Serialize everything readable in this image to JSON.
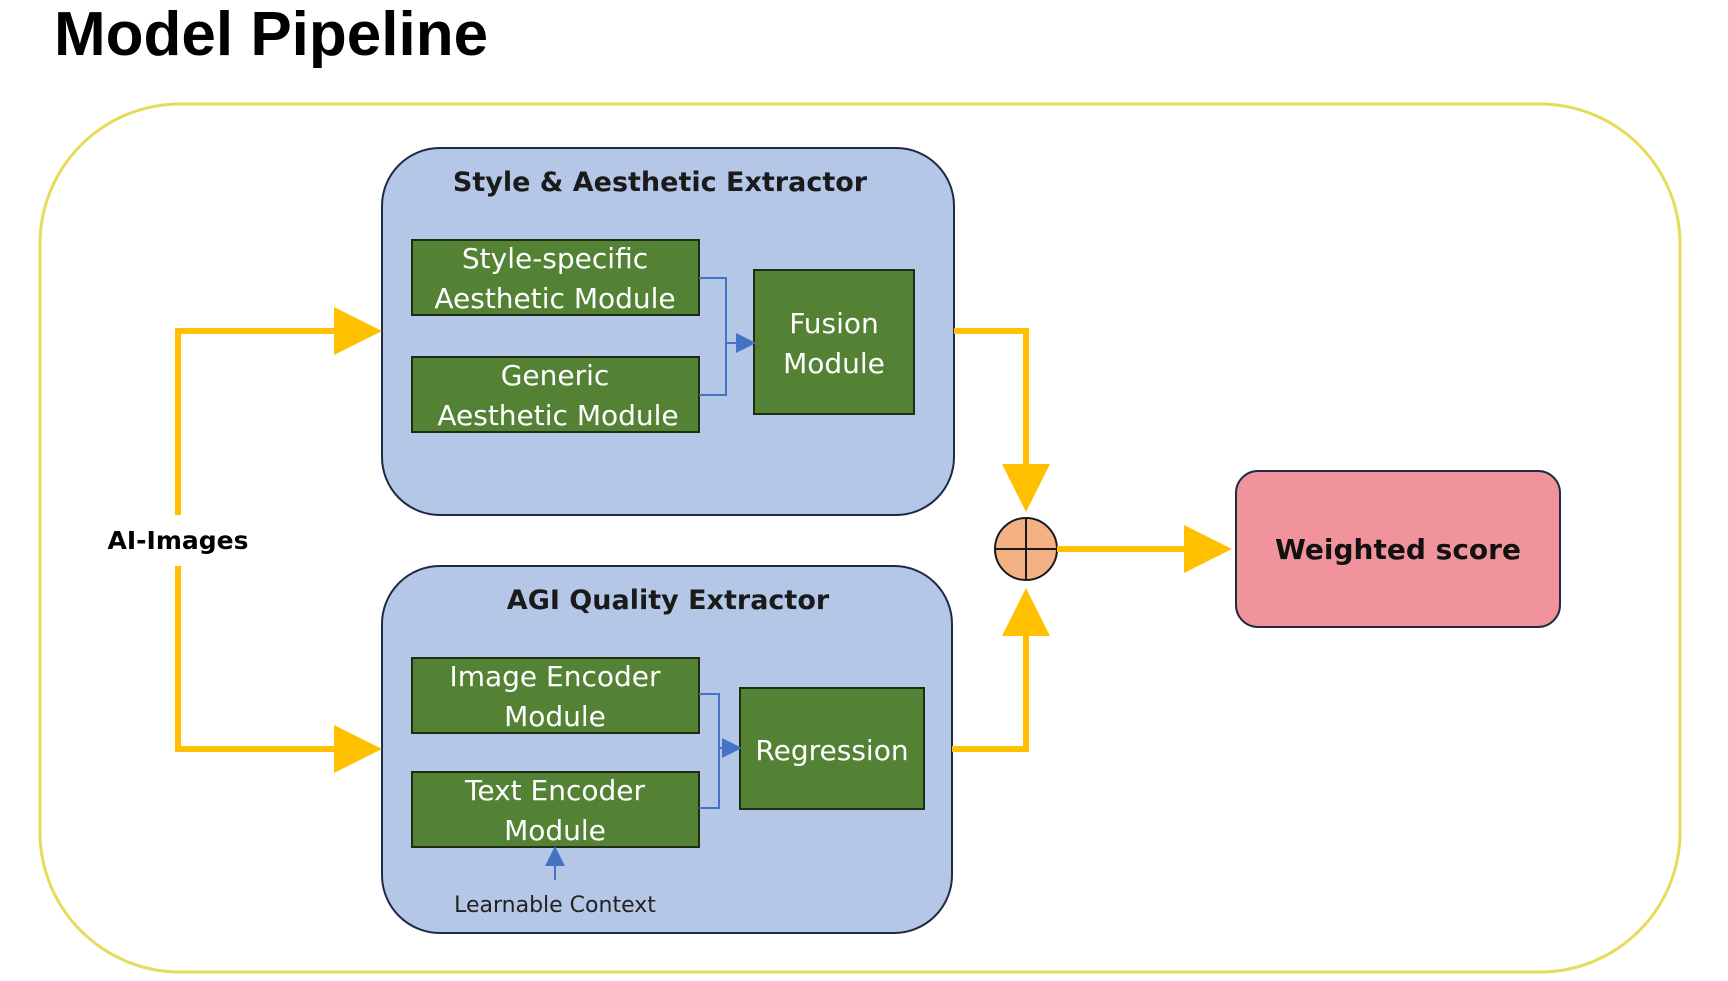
{
  "page_title": "Model Pipeline",
  "input_label": "AI-Images",
  "style_extractor": {
    "title": "Style & Aesthetic Extractor",
    "style_module": [
      "Style-specific",
      "Aesthetic Module"
    ],
    "generic_module": [
      "Generic",
      "Aesthetic Module"
    ],
    "fusion_module": [
      "Fusion",
      "Module"
    ]
  },
  "agi_extractor": {
    "title": "AGI Quality Extractor",
    "image_encoder": [
      "Image Encoder",
      "Module"
    ],
    "text_encoder": [
      "Text Encoder",
      "Module"
    ],
    "regression": "Regression",
    "learnable_context": "Learnable Context"
  },
  "output_label": "Weighted score",
  "colors": {
    "outer_border": "#e6dc5a",
    "extractor_fill": "#b4c7e7",
    "extractor_border": "#1f2a44",
    "module_fill": "#548235",
    "module_border": "#1f2d12",
    "arrow": "#ffc000",
    "connector": "#4472c4",
    "sum_node_fill": "#f4b183",
    "output_fill": "#f0939b"
  },
  "icons": {
    "sum_node": "circle-plus-icon"
  }
}
